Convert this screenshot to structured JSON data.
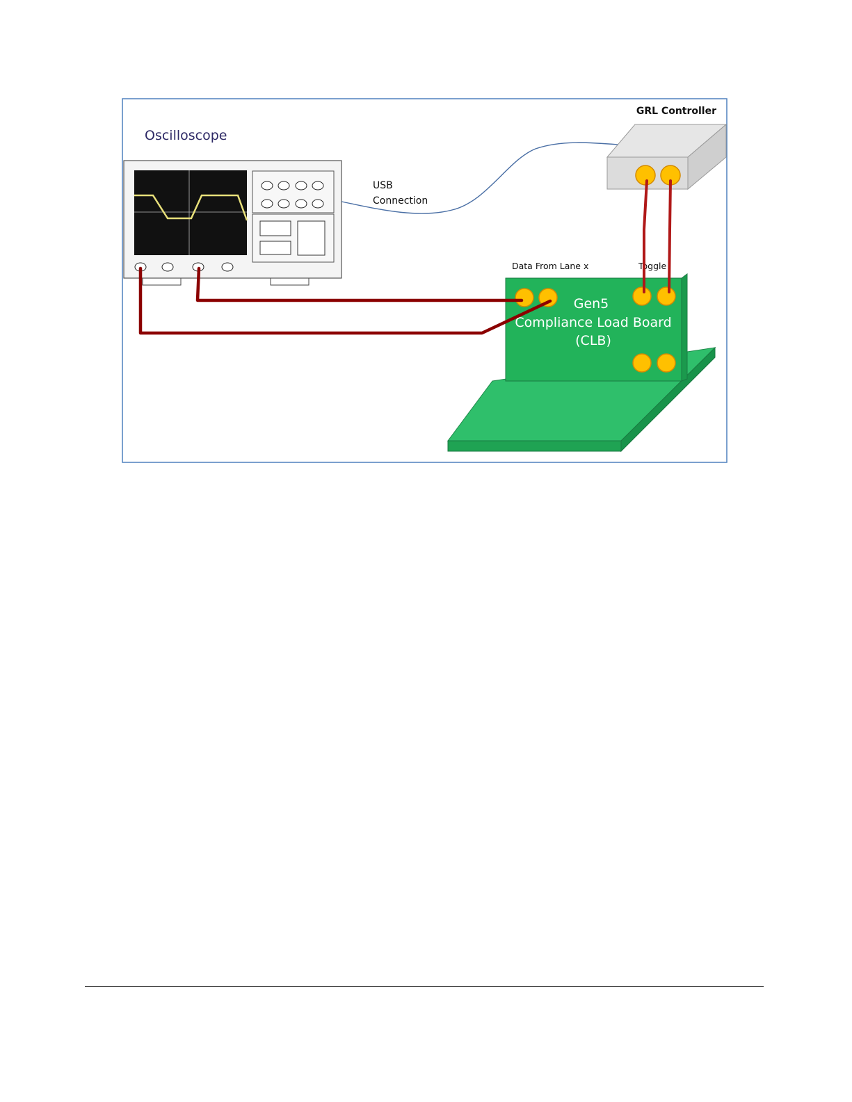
{
  "diagram": {
    "oscilloscope_label": "Oscilloscope",
    "usb_label_line1": "USB",
    "usb_label_line2": "Connection",
    "controller_label": "GRL Controller",
    "data_lane_label": "Data From Lane x",
    "toggle_label": "Toggle",
    "board_line1": "Gen5",
    "board_line2": "Compliance Load Board",
    "board_line3": "(CLB)"
  },
  "colors": {
    "frame_border": "#4f81bd",
    "oscilloscope_label": "#2e2a66",
    "usb_cable": "#4a6fa5",
    "scope_screen": "#111111",
    "waveform": "#e8e07a",
    "controller_body": "#dddddd",
    "connector": "#ffc000",
    "connector_edge": "#d48a00",
    "probe_cable": "#8b0000",
    "toggle_cable": "#b01818",
    "board_green": "#22b35a",
    "board_text": "#ffffff"
  }
}
